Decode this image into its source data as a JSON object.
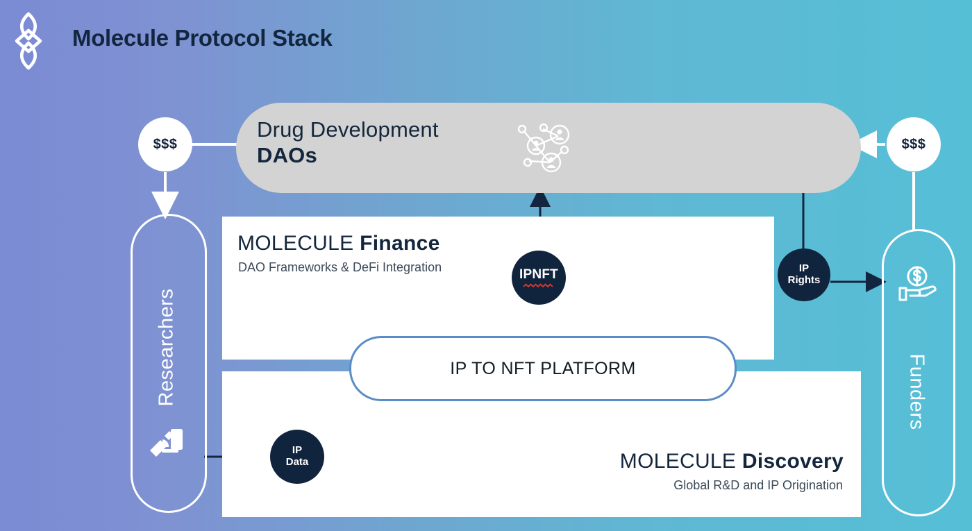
{
  "header": {
    "title": "Molecule Protocol Stack",
    "logo_icon": "molecule-logo-icon"
  },
  "dao_banner": {
    "line1": "Drug Development",
    "line2": "DAOs",
    "icon": "network-community-icon",
    "background_color": "#d3d3d3"
  },
  "finance_layer": {
    "title_light": "MOLECULE ",
    "title_bold": "Finance",
    "subtitle": "DAO Frameworks & DeFi Integration",
    "background_color": "#ffffff"
  },
  "discovery_layer": {
    "title_light": "MOLECULE ",
    "title_bold": "Discovery",
    "subtitle": "Global R&D and IP Origination",
    "background_color": "#ffffff"
  },
  "platform": {
    "label": "IP TO NFT PLATFORM",
    "border_color": "#5b8cc8"
  },
  "actors": {
    "left": {
      "label": "Researchers",
      "icon": "microscope-icon"
    },
    "right": {
      "label": "Funders",
      "icon": "hand-holding-coin-icon"
    }
  },
  "badges": {
    "ipnft": {
      "label": "IPNFT",
      "underline_icon": "red-squiggle-icon",
      "color": "#10243d"
    },
    "ip_rights": {
      "line1": "IP",
      "line2": "Rights",
      "color": "#10243d"
    },
    "ip_data": {
      "line1": "IP",
      "line2": "Data",
      "color": "#10243d"
    }
  },
  "money_flows": {
    "left": {
      "label": "$$$"
    },
    "right": {
      "label": "$$$"
    }
  },
  "theme": {
    "gradient_start": "#7b8bd4",
    "gradient_end": "#55bfd6",
    "dark_navy": "#10243d",
    "accent_blue": "#5b8cc8",
    "squiggle_red": "#e23a2e"
  }
}
